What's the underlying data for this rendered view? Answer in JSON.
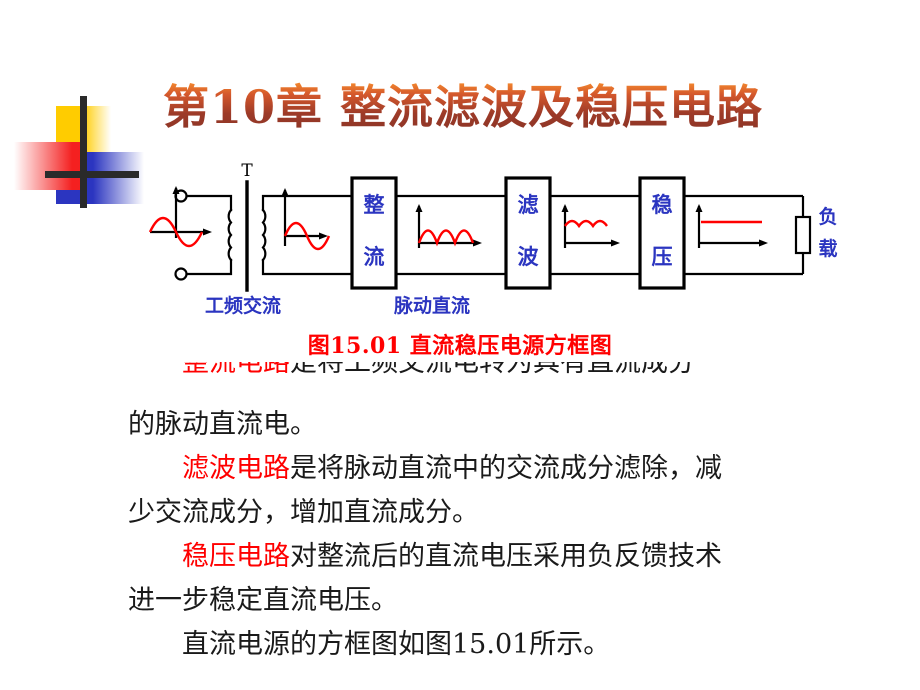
{
  "slide": {
    "title": "第10章  整流滤波及稳压电路",
    "background_color": "#FFFFFF",
    "title_color": "#9C3A28",
    "highlight_color": "#FF0000",
    "diagram_label_color": "#2B35C0",
    "waveform_color": "#FF0000"
  },
  "logo": {
    "yellow": "#FFCC00",
    "blue": "#2B35C0",
    "red": "#F42020",
    "cross": "#2A2A2A"
  },
  "diagram": {
    "transformer_label": "T",
    "blocks": [
      {
        "id": "rectifier",
        "line1": "整",
        "line2": "流"
      },
      {
        "id": "filter",
        "line1": "滤",
        "line2": "波"
      },
      {
        "id": "regulator",
        "line1": "稳",
        "line2": "压"
      }
    ],
    "load": {
      "line1": "负",
      "line2": "载"
    },
    "annotations": [
      {
        "id": "ac-input",
        "text": "工频交流"
      },
      {
        "id": "pulsating-dc",
        "text": "脉动直流"
      }
    ],
    "waveforms": [
      {
        "id": "wf-primary-ac",
        "kind": "sine"
      },
      {
        "id": "wf-secondary-ac",
        "kind": "sine"
      },
      {
        "id": "wf-rectified",
        "kind": "rectified-humps"
      },
      {
        "id": "wf-filtered",
        "kind": "ripple"
      },
      {
        "id": "wf-regulated",
        "kind": "flat-dc"
      }
    ]
  },
  "caption": "图15.01  直流稳压电源方框图",
  "paragraphs": [
    {
      "id": "rectifier-paragraph",
      "clipped": true,
      "head": "整流电路",
      "line1_rest": "是将工频交流电转为具有直流成分",
      "line2": "的脉动直流电。"
    },
    {
      "id": "filter-paragraph",
      "clipped": false,
      "head": "滤波电路",
      "line1_rest": "是将脉动直流中的交流成分滤除，减",
      "line2": "少交流成分，增加直流成分。"
    },
    {
      "id": "regulator-paragraph",
      "clipped": false,
      "head": "稳压电路",
      "line1_rest": "对整流后的直流电压采用负反馈技术",
      "line2": "进一步稳定直流电压。"
    }
  ],
  "closing_line": "直流电源的方框图如图15.01所示。"
}
